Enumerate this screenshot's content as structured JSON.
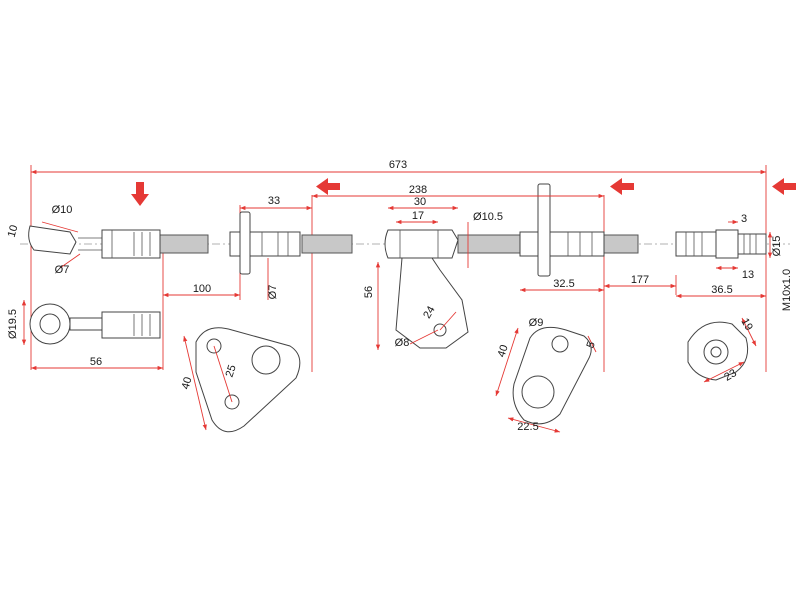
{
  "colors": {
    "dimension_line": "#e53935",
    "arrow": "#e53935",
    "part_outline": "#444444",
    "hose_fill": "#c4c4c4",
    "text": "#1a1a1a"
  },
  "dimensions": {
    "overall_length": "673",
    "section_238": "238",
    "section_33": "33",
    "section_30": "30",
    "section_17": "17",
    "section_100": "100",
    "section_177": "177",
    "section_32_5": "32.5",
    "section_36_5": "36.5",
    "section_56_bottom": "56",
    "height_56": "56",
    "fit_3": "3",
    "fit_13": "13",
    "angle_10": "10",
    "dia_10": "Ø10",
    "dia_7_left": "Ø7",
    "dia_7_mid": "Ø7",
    "dia_10_5": "Ø10.5",
    "dia_15": "Ø15",
    "dia_19_5": "Ø19.5",
    "dia_8": "Ø8",
    "dia_9": "Ø9",
    "radius_24": "24",
    "thread": "M10x1.0",
    "plate1_40": "40",
    "plate1_25": "25",
    "plate2_40": "40",
    "plate2_5": "5",
    "plate2_22_5": "22.5",
    "hex_19": "19",
    "hex_23": "23"
  },
  "icons": [
    "arrow-down-icon",
    "arrow-left-icon"
  ]
}
